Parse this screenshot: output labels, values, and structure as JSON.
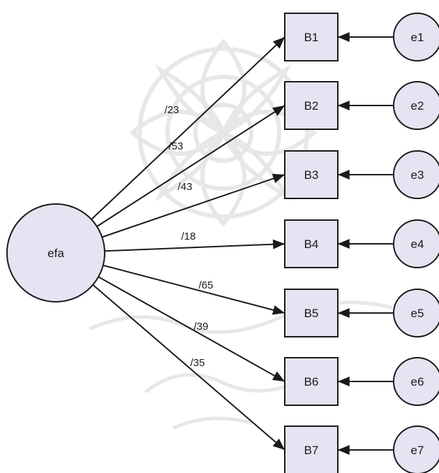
{
  "diagram": {
    "latent": {
      "label": "efa"
    },
    "indicators": [
      {
        "label": "B1",
        "error": "e1",
        "loading": "/23"
      },
      {
        "label": "B2",
        "error": "e2",
        "loading": "/53"
      },
      {
        "label": "B3",
        "error": "e3",
        "loading": "/43"
      },
      {
        "label": "B4",
        "error": "e4",
        "loading": "/18"
      },
      {
        "label": "B5",
        "error": "e5",
        "loading": "/65"
      },
      {
        "label": "B6",
        "error": "e6",
        "loading": "/39"
      },
      {
        "label": "B7",
        "error": "e7",
        "loading": "/35"
      }
    ]
  },
  "colors": {
    "node_fill": "#e6e3f2",
    "stroke": "#1a1a1a",
    "watermark": "#d9d9d9"
  }
}
